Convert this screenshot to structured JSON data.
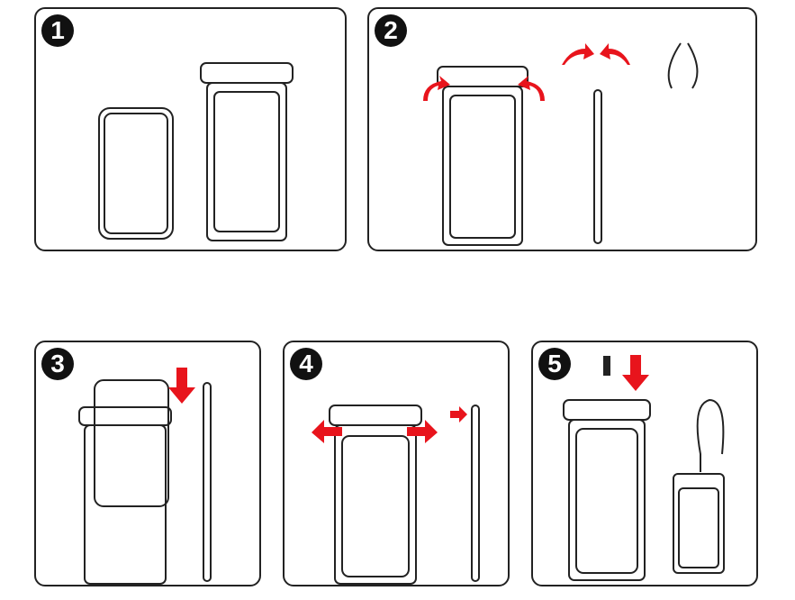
{
  "steps": [
    {
      "number": "1"
    },
    {
      "number": "2"
    },
    {
      "number": "3"
    },
    {
      "number": "4"
    },
    {
      "number": "5"
    }
  ],
  "colors": {
    "arrow": "#e8141c",
    "line": "#222222"
  }
}
